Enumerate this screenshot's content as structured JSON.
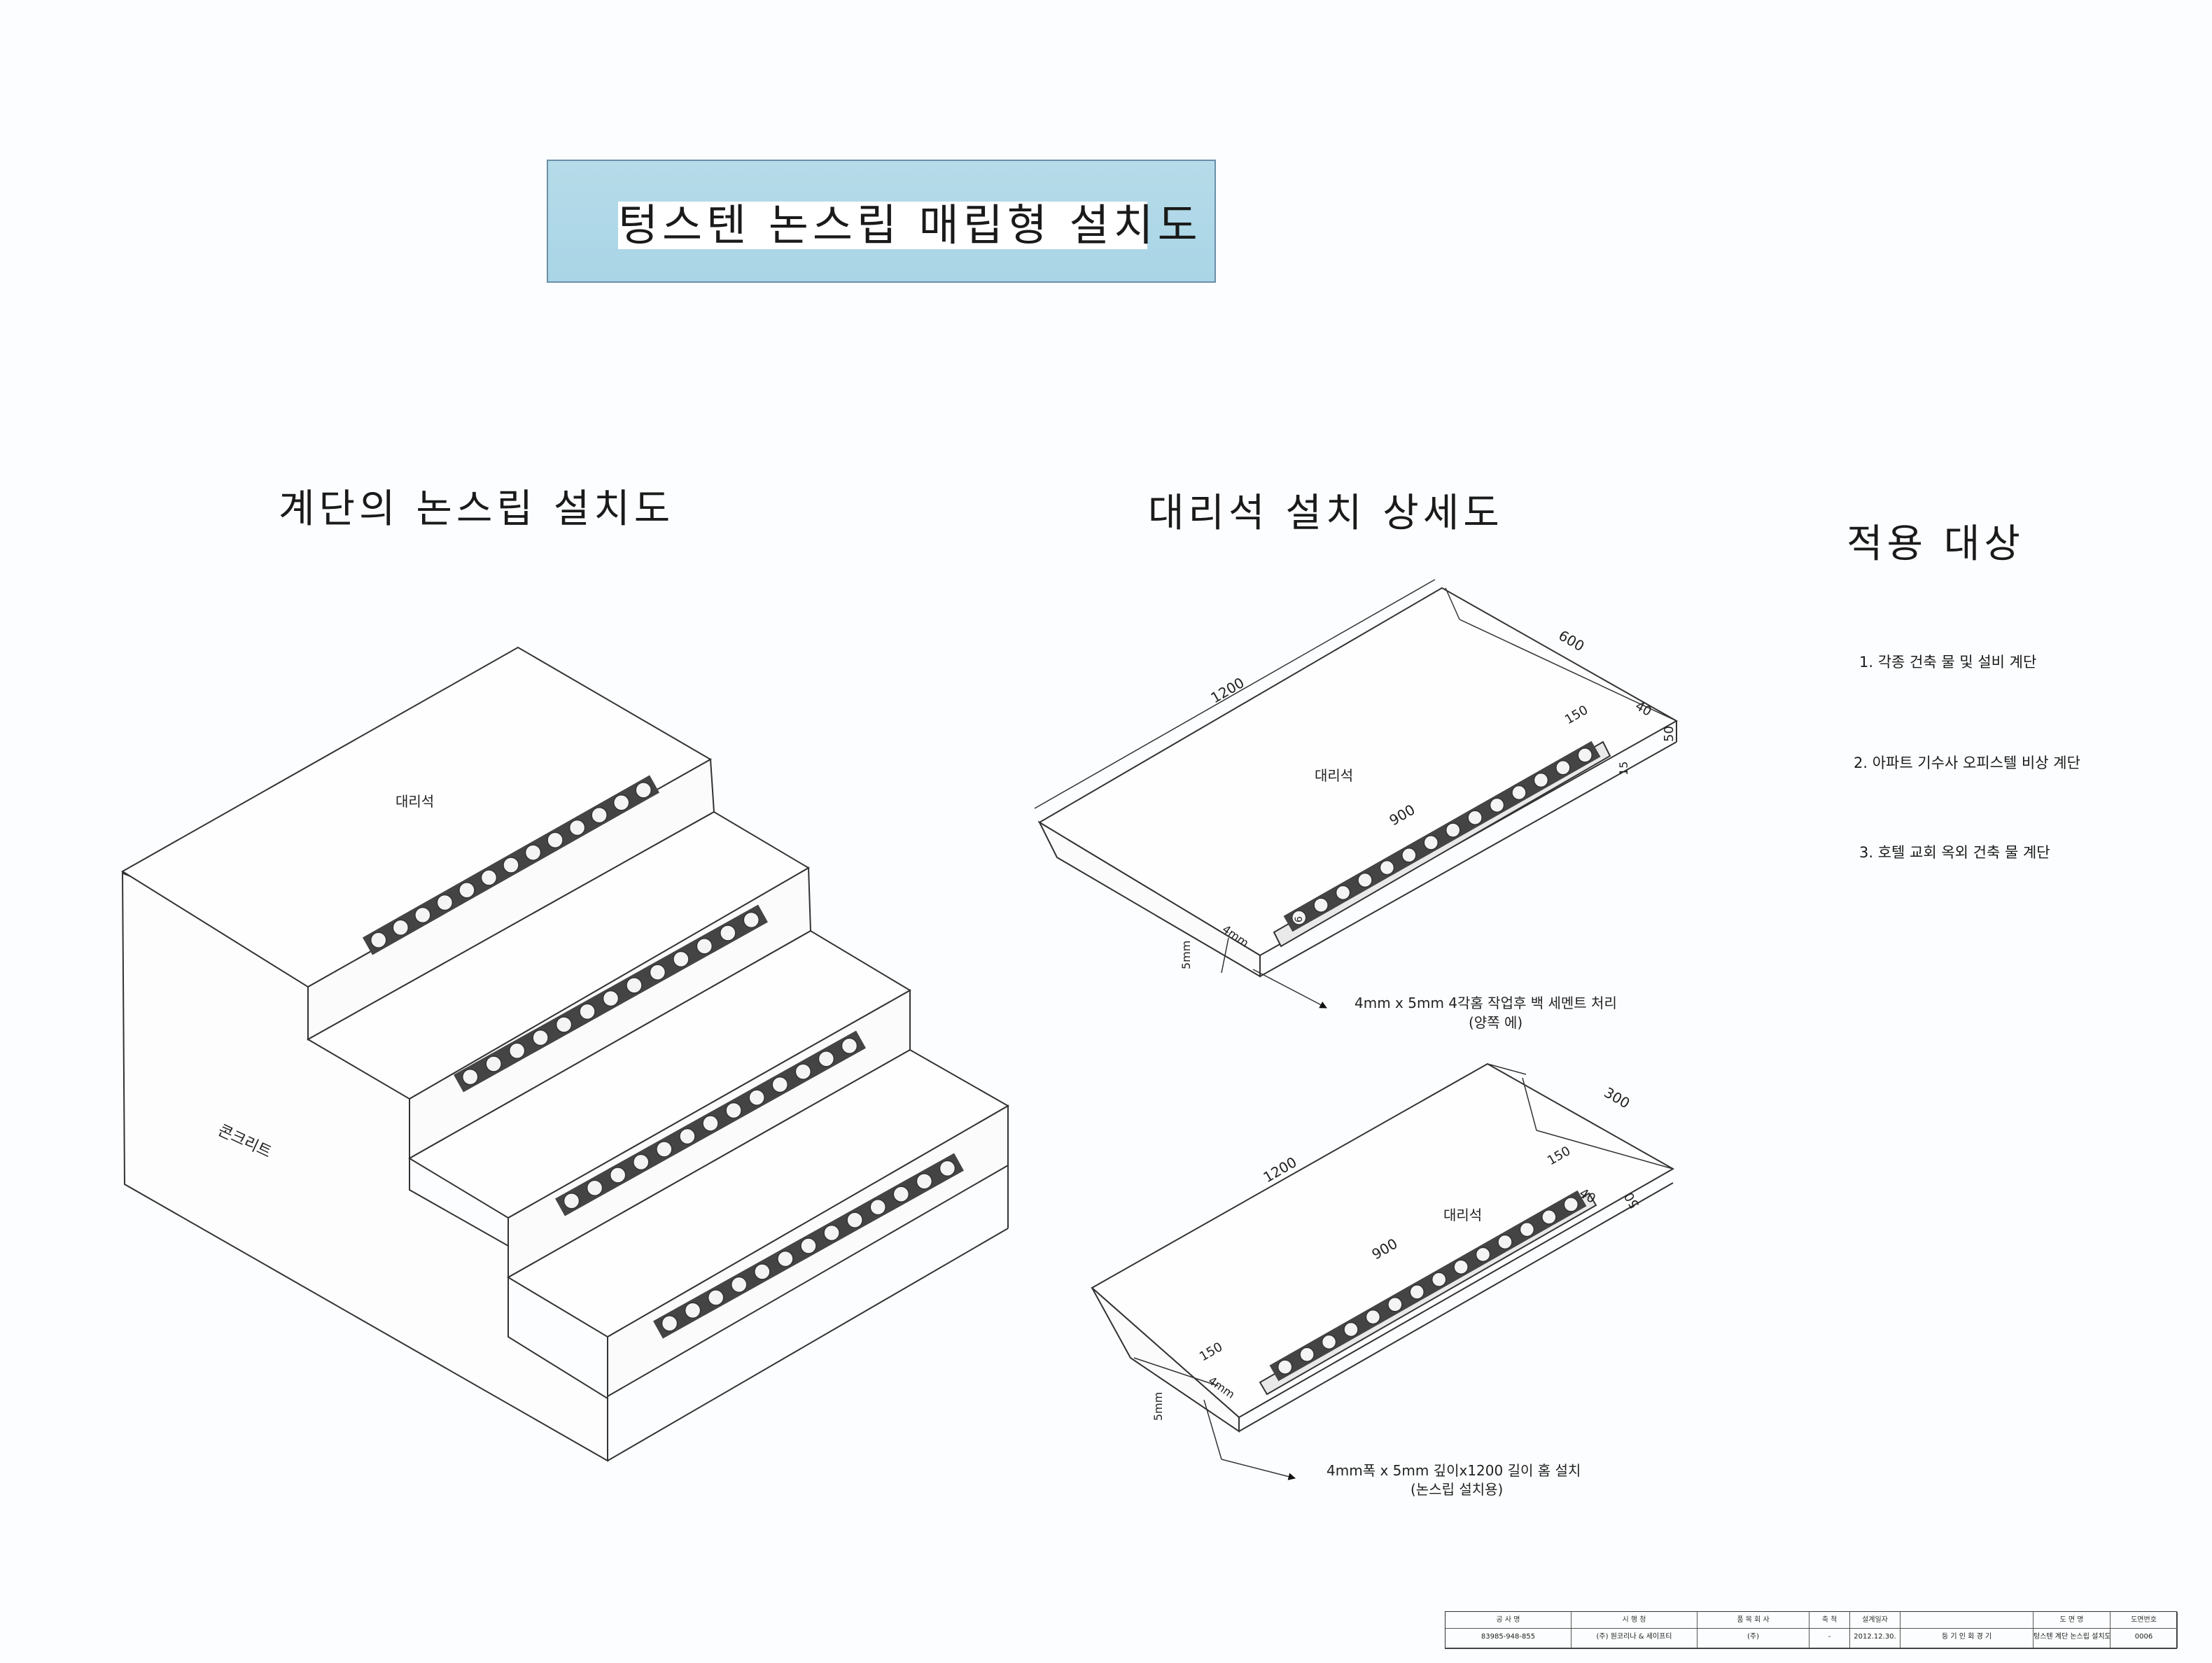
{
  "title": "텅스텐 논스립 매립형 설치도",
  "sections": {
    "stair": "계단의 논스립 설치도",
    "marble": "대리석 설치 상세도",
    "apply": "적용 대상"
  },
  "apply_items": [
    "1. 각종 건축 물 및 설비 계단",
    "2. 아파트 기수사 오피스텔 비상 계단",
    "3. 호텔 교회 옥외 건축 물 계단"
  ],
  "stair_labels": {
    "marble": "대리석",
    "concrete": "콘크리트"
  },
  "detail1": {
    "marble": "대리석",
    "dims": {
      "length": "1200",
      "depth": "600",
      "strip": "900",
      "offset": "150",
      "edge": "40",
      "height": "50",
      "gap": "15",
      "w": "4mm",
      "h": "5mm",
      "v": "6"
    },
    "note1": "4mm x 5mm 4각홈 작업후 백 세멘트 처리",
    "note2": "(양쪽 에)"
  },
  "detail2": {
    "marble": "대리석",
    "dims": {
      "length": "1200",
      "depth": "300",
      "strip": "900",
      "offset": "150",
      "edge": "40",
      "height": "50",
      "w": "4mm",
      "h": "5mm",
      "left": "150"
    },
    "note1": "4mm폭 x 5mm 깊이x1200 길이 홈 설치",
    "note2": "(논스립 설치용)"
  },
  "title_block": {
    "headers": [
      "공 사 명",
      "시 행 청",
      "품 목 회 사",
      "축 척",
      "설계일자",
      "",
      "도 면 명",
      "도면번호"
    ],
    "values": [
      "83985-948-855",
      "(주) 원코리나 & 세이프티",
      "(주)",
      "-",
      "2012.12.30.",
      "등 기 인  회 경 기",
      "텅스텐 계단 논스립 설치도",
      "0006"
    ]
  }
}
